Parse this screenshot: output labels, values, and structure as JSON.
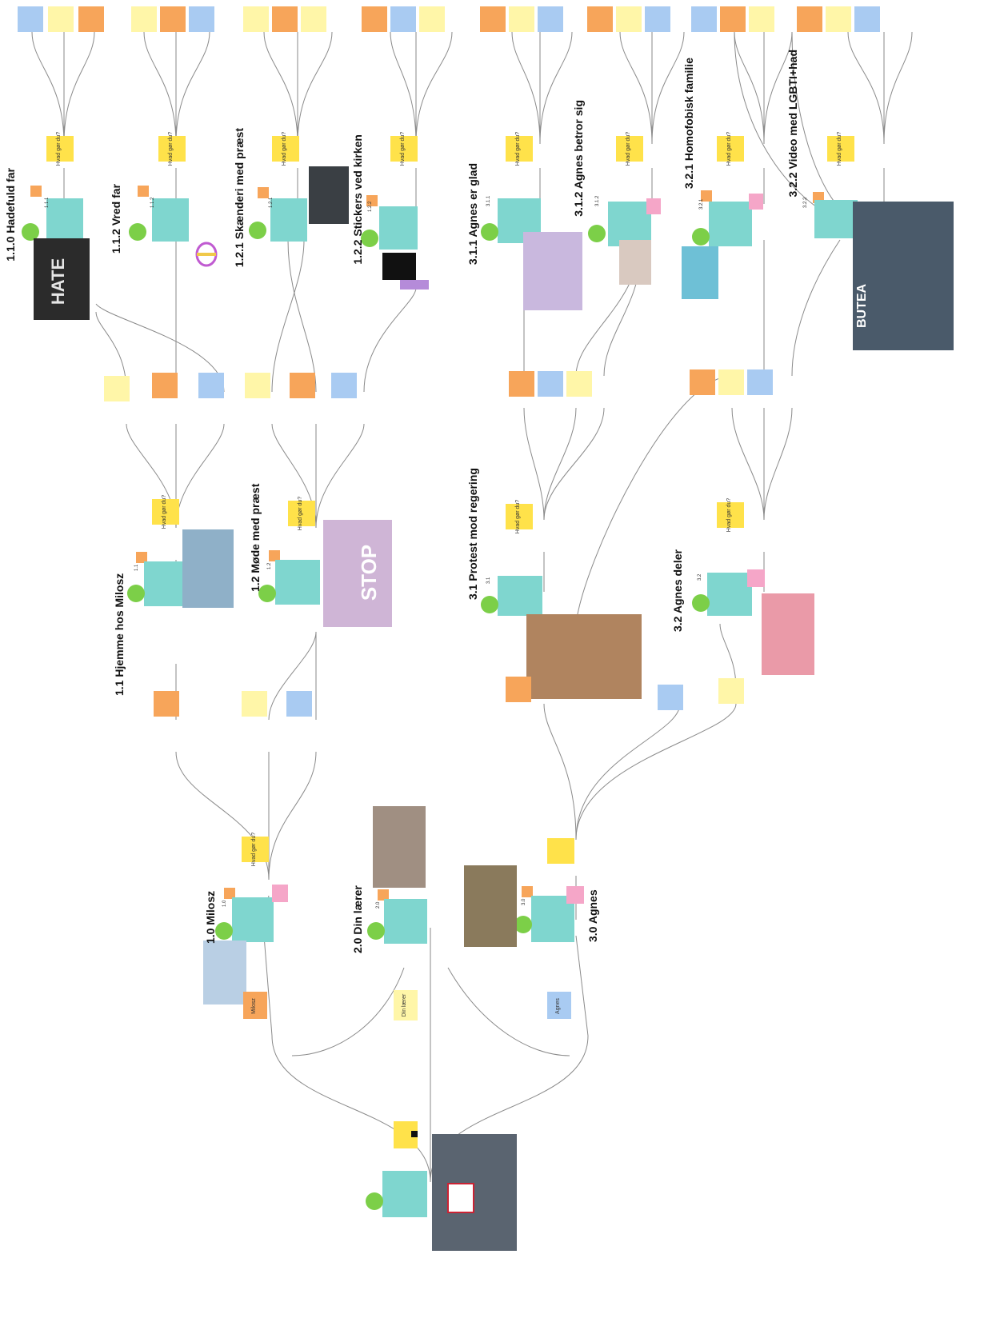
{
  "board": {
    "background": "#ffffff",
    "note_colors": {
      "orange": "#f7a55a",
      "yellow": "#fff6a8",
      "blue": "#a9cbf2",
      "teal": "#7fd6cf",
      "pink": "#f5a6c8",
      "green": "#7ccf48",
      "gold": "#ffe24a"
    },
    "sections": {
      "s110": "1.1.0 Hadefuld far",
      "s112": "1.1.2 Vred far",
      "s121": "1.2.1 Skænderi med præst",
      "s122": "1.2.2 Stickers ved kirken",
      "s311": "3.1.1 Agnes er glad",
      "s312": "3.1.2 Agnes betror sig",
      "s321": "3.2.1 Homofobisk familie",
      "s322": "3.2.2 Video med LGBTI+had",
      "s11": "1.1 Hjemme hos Milosz",
      "s12": "1.2 Møde med præst",
      "s31": "3.1 Protest mod regering",
      "s32": "3.2 Agnes deler",
      "s10": "1.0 Milosz",
      "s20": "2.0 Din lærer",
      "s30": "3.0 Agnes"
    },
    "codes": {
      "c111": "1.1.1",
      "c112": "1.1.2",
      "c121": "1.2.1",
      "c122": "1.2.2",
      "c311": "3.1.1",
      "c312": "3.1.2",
      "c321": "3.2.1",
      "c322": "3.2.2",
      "c11": "1.1",
      "c12": "1.2",
      "c31": "3.1",
      "c32": "3.2",
      "c10": "1.0",
      "c20": "2.0",
      "c30": "3.0"
    },
    "prompts": {
      "p1": "Hvad gør du?",
      "p2": "Hvad gør du?",
      "p3": "Hvad gør du?",
      "p4": "Hvad gør du?",
      "p5": "Hvad gør du?",
      "p6": "Hvad gør du?",
      "p7": "Hvad gør du?",
      "p8": "Hvad gør du?",
      "p9": "Hvad gør du?",
      "p10": "Hvad gør du?",
      "p11": "Hvad gør du?",
      "p12": "Hvad gør du?",
      "p13": "Hvad gør du?"
    },
    "characters": {
      "milosz": "Milosz",
      "laerer": "Din lærer",
      "agnes": "Agnes"
    },
    "image_words": {
      "hate": "HATE",
      "stop": "STOP",
      "butea": "BUTEA"
    }
  }
}
